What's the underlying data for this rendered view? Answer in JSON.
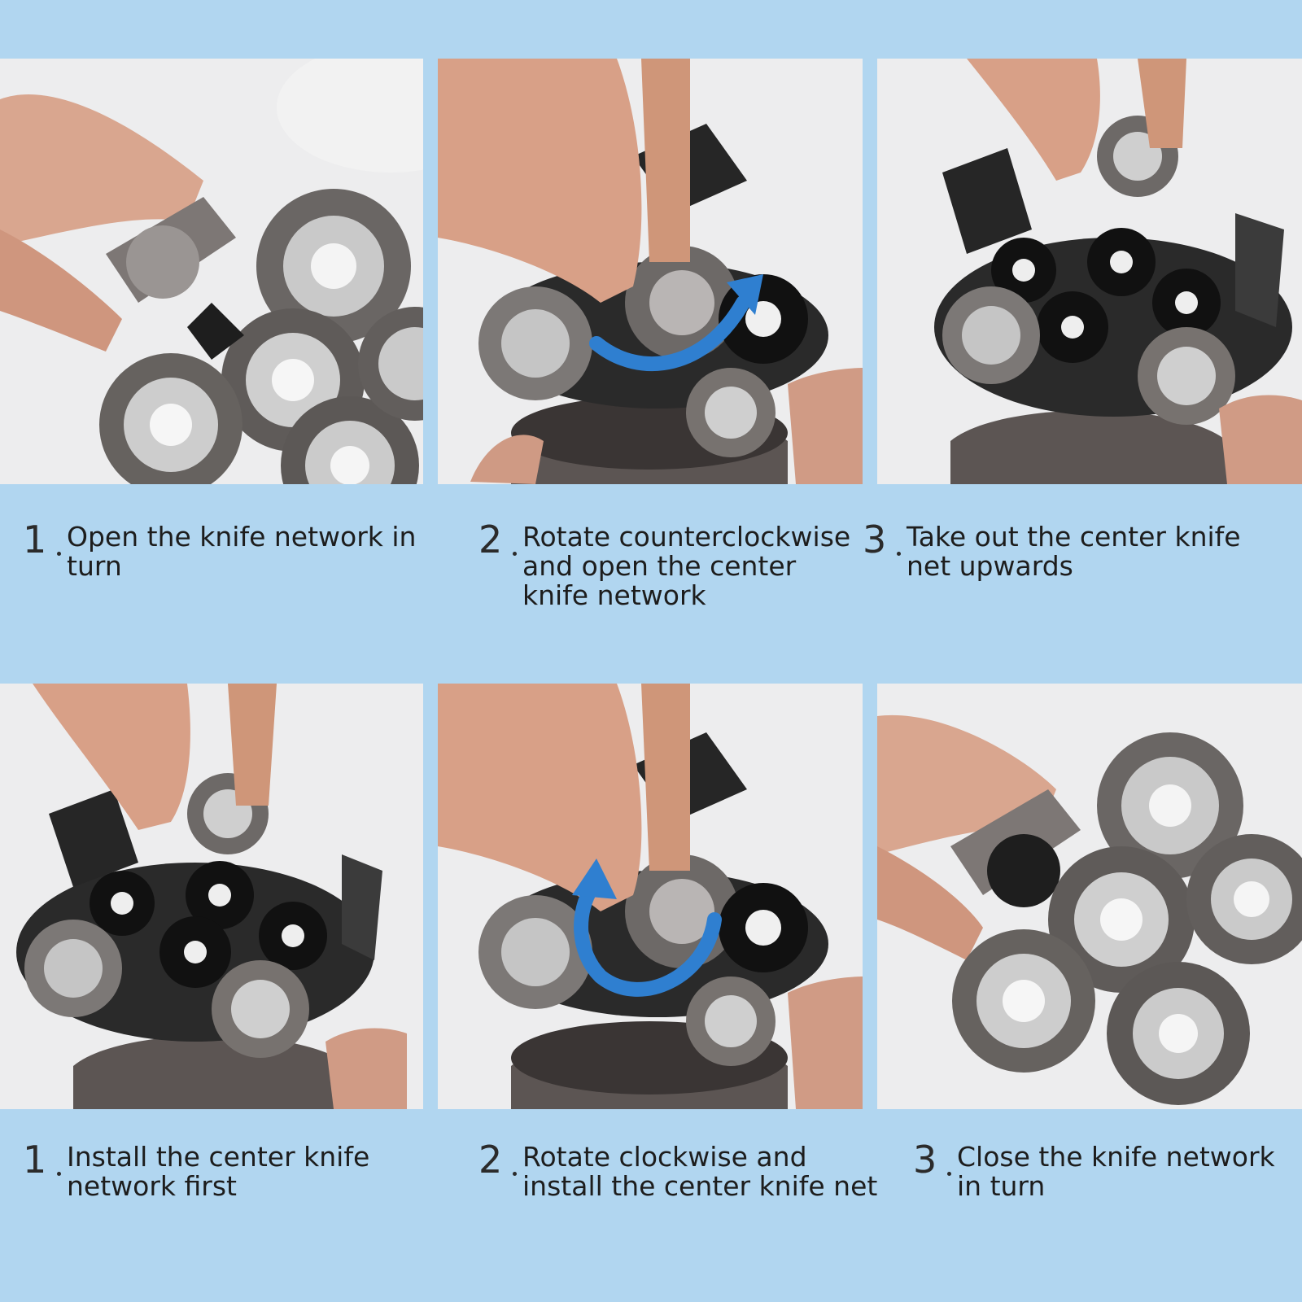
{
  "steps": [
    {
      "number": "1",
      "text": "Open the knife network in\nturn"
    },
    {
      "number": "2",
      "text": "Rotate counterclockwise\nand open the center\nknife network"
    },
    {
      "number": "3",
      "text": "Take out the center knife\nnet upwards"
    },
    {
      "number": "1",
      "text": "Install the center knife\nnetwork first"
    },
    {
      "number": "2",
      "text": "Rotate clockwise and\ninstall the center knife net"
    },
    {
      "number": "3",
      "text": "Close the knife network\nin turn"
    }
  ],
  "colors": {
    "background": "#b1d6f0",
    "photo_bg": "#ededee",
    "arrow": "#2f7fd0",
    "metal": "#6e6b6a",
    "skin": "#d7a18a"
  }
}
